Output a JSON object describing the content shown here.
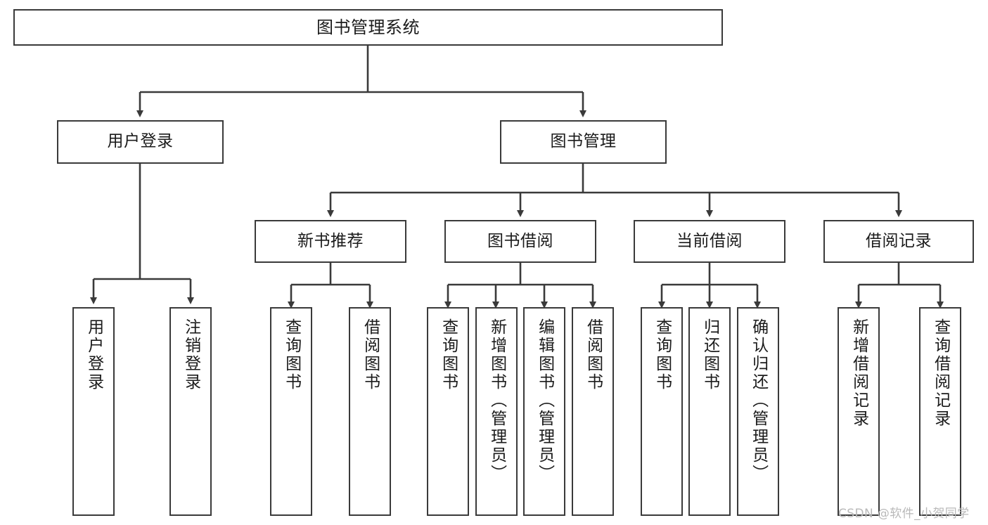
{
  "diagram": {
    "title_node": {
      "id": "root",
      "label": "图书管理系统"
    },
    "level2": [
      {
        "id": "user-login",
        "label": "用户登录"
      },
      {
        "id": "book-management",
        "label": "图书管理"
      }
    ],
    "level3": [
      {
        "id": "new-book-recommend",
        "label": "新书推荐"
      },
      {
        "id": "book-borrow",
        "label": "图书借阅"
      },
      {
        "id": "current-borrow",
        "label": "当前借阅"
      },
      {
        "id": "borrow-record",
        "label": "借阅记录"
      }
    ],
    "leaves": {
      "user_login": [
        {
          "id": "leaf-user-login",
          "label": "用户登录"
        },
        {
          "id": "leaf-logout-login",
          "label": "注销登录"
        }
      ],
      "new_book_recommend": [
        {
          "id": "leaf-query-book-1",
          "label": "查询图书"
        },
        {
          "id": "leaf-borrow-book-1",
          "label": "借阅图书"
        }
      ],
      "book_borrow": [
        {
          "id": "leaf-query-book-2",
          "label": "查询图书"
        },
        {
          "id": "leaf-add-book",
          "label": "新增图书（管理员）"
        },
        {
          "id": "leaf-edit-book",
          "label": "编辑图书（管理员）"
        },
        {
          "id": "leaf-borrow-book-2",
          "label": "借阅图书"
        }
      ],
      "current_borrow": [
        {
          "id": "leaf-query-book-3",
          "label": "查询图书"
        },
        {
          "id": "leaf-return-book",
          "label": "归还图书"
        },
        {
          "id": "leaf-confirm-return",
          "label": "确认归还（管理员）"
        }
      ],
      "borrow_record": [
        {
          "id": "leaf-add-record",
          "label": "新增借阅记录"
        },
        {
          "id": "leaf-query-record",
          "label": "查询借阅记录"
        }
      ]
    }
  },
  "watermark": {
    "text": "CSDN @软件_小贺同学"
  },
  "colors": {
    "box_border": "#3a3a3a",
    "text": "#1b1b1b",
    "background": "#ffffff",
    "watermark": "#b9b9b9"
  }
}
